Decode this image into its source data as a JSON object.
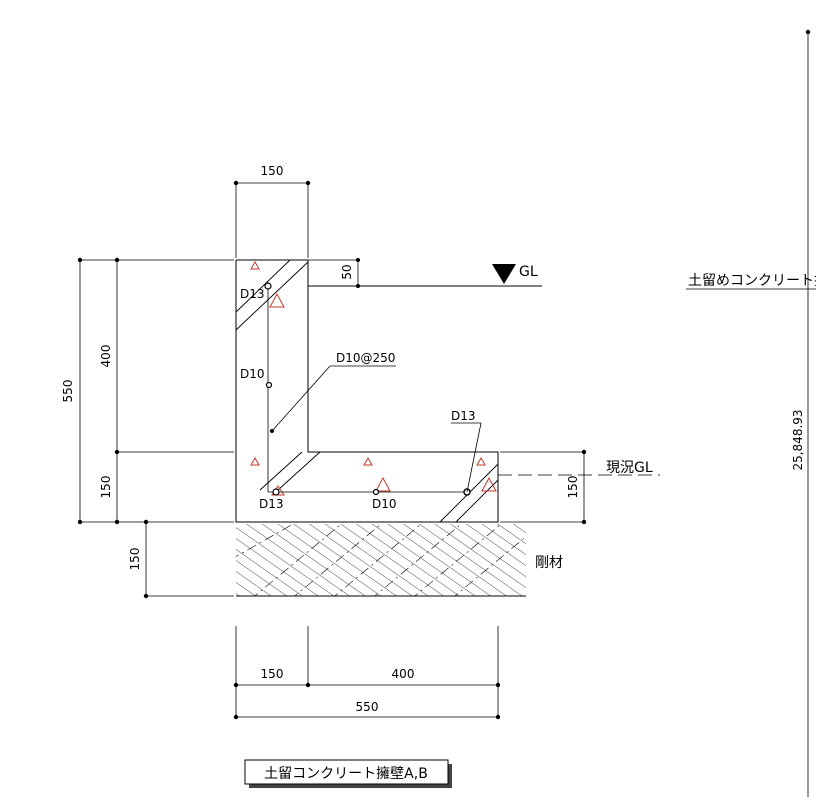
{
  "drawing": {
    "title": "土留コンクリート擁壁A,B",
    "dimensions": {
      "top_width": "150",
      "stem_height": "400",
      "total_height": "550",
      "base_height_left": "150",
      "foundation_height": "150",
      "ground_offset": "50",
      "base_height_right": "150",
      "bottom_stem": "150",
      "bottom_heel": "400",
      "bottom_total": "550"
    },
    "labels": {
      "gl": "GL",
      "existing_gl": "現況GL",
      "rebar_top": "D13",
      "rebar_stem": "D10",
      "rebar_spacing": "D10@250",
      "rebar_heel": "D13",
      "rebar_base_left": "D13",
      "rebar_base_mid": "D10",
      "rigid_material": "剛材"
    },
    "right_side": {
      "label": "土留めコンクリート擁",
      "vertical_dim": "25,848.93"
    }
  }
}
